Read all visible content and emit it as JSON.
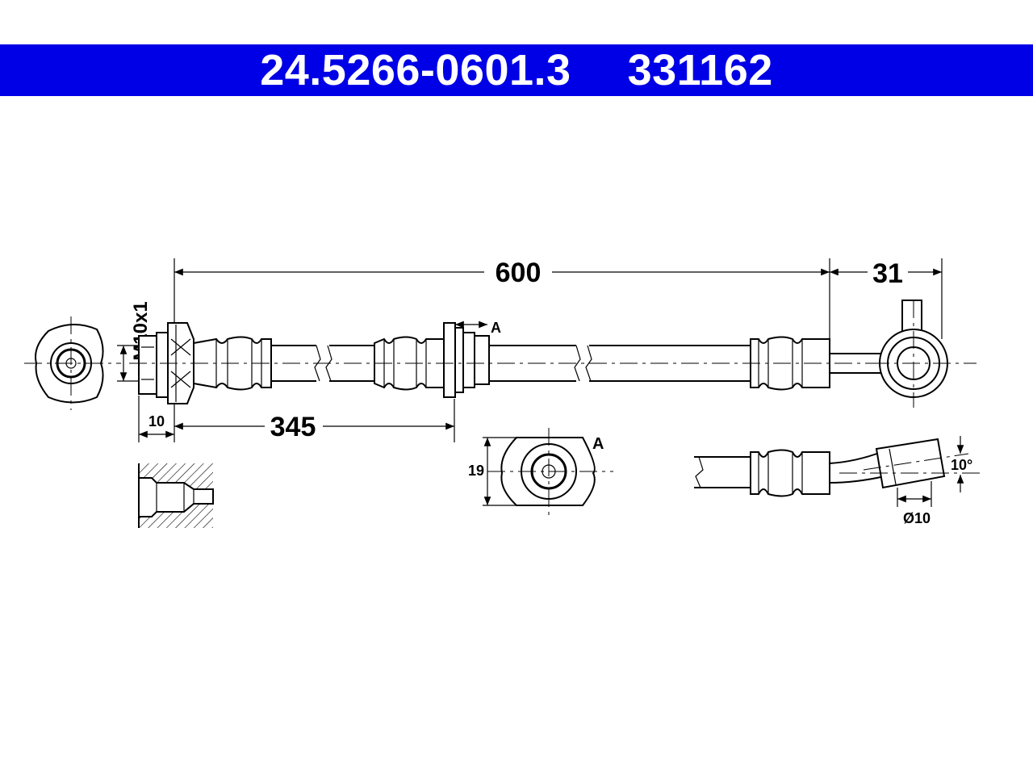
{
  "header": {
    "part_number": "24.5266-0601.3",
    "ref_number": "331162",
    "background_color": "#0000e6",
    "text_color": "#ffffff"
  },
  "dimensions": {
    "overall_length": "600",
    "fitting_length": "31",
    "thread": "M10x1",
    "thread_length": "10",
    "bracket_position": "345",
    "bracket_width": "19",
    "bore_diameter": "Ø10",
    "bend_angle": "10°"
  },
  "labels": {
    "view_a_marker": "A",
    "view_a_title": "A"
  }
}
